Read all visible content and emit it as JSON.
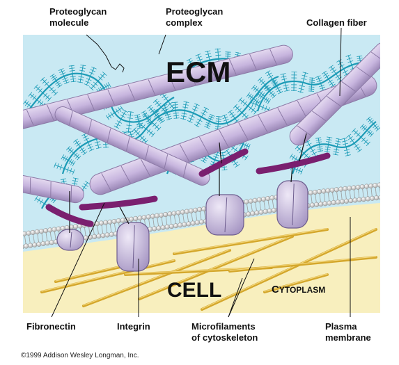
{
  "title_ecm": "ECM",
  "title_cell": "CELL",
  "cytoplasm": "CYTOPLASM",
  "labels": {
    "proteoglycan_molecule": [
      "Proteoglycan",
      "molecule"
    ],
    "proteoglycan_complex": [
      "Proteoglycan",
      "complex"
    ],
    "collagen_fiber": "Collagen fiber",
    "fibronectin": "Fibronectin",
    "integrin": "Integrin",
    "microfilaments": [
      "Microfilaments",
      "of cytoskeleton"
    ],
    "plasma_membrane": [
      "Plasma",
      "membrane"
    ]
  },
  "copyright": "©1999 Addison Wesley Longman, Inc.",
  "colors": {
    "ecm_bg": "#c9e9f3",
    "cytoplasm": "#f8efbe",
    "collagen": "#c8b6dc",
    "collagen_edge": "#8c7aa6",
    "fibronectin": "#7a1f6f",
    "proteoglycan": "#1c9bb6",
    "integrin": "#c7b9de",
    "microfilament": "#d4a72c",
    "lipid_head": "#e6e6e6"
  }
}
